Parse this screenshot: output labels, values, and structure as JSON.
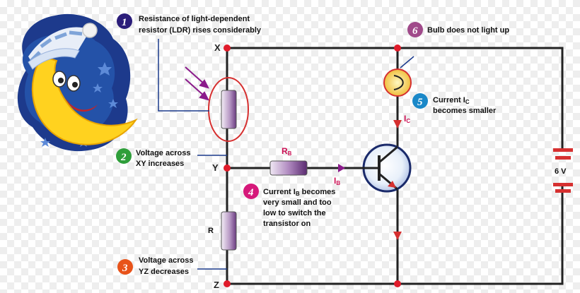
{
  "steps": [
    {
      "number": "1",
      "color": "#2b1d7a",
      "lines": [
        "Resistance of light-dependent",
        "resistor (LDR) rises considerably"
      ]
    },
    {
      "number": "2",
      "color": "#2e9e3a",
      "lines": [
        "Voltage across",
        "XY increases"
      ]
    },
    {
      "number": "3",
      "color": "#e8531a",
      "lines": [
        "Voltage across",
        "YZ decreases"
      ]
    },
    {
      "number": "4",
      "color": "#d6197a",
      "lines": [
        "Current I",
        "B",
        " becomes",
        "very small and too",
        "low to switch the",
        "transistor on"
      ]
    },
    {
      "number": "5",
      "color": "#1a88c8",
      "lines": [
        "Current I",
        "C",
        "becomes smaller"
      ]
    },
    {
      "number": "6",
      "color": "#a04a8a",
      "lines": [
        "Bulb does not light up"
      ]
    }
  ],
  "nodes": {
    "x": "X",
    "y": "Y",
    "z": "Z"
  },
  "components": {
    "resistor_r": "R",
    "resistor_rb": "R",
    "rb_sub": "B",
    "ib_label": "I",
    "ib_sub": "B",
    "ic_label": "I",
    "ic_sub": "C",
    "battery": "6 V"
  },
  "colors": {
    "wire": "#222222",
    "node": "#e01b2a",
    "highlight": "#d63030",
    "arrow": "#8b1a8b"
  },
  "illustration": "moon-with-nightcap-icon"
}
